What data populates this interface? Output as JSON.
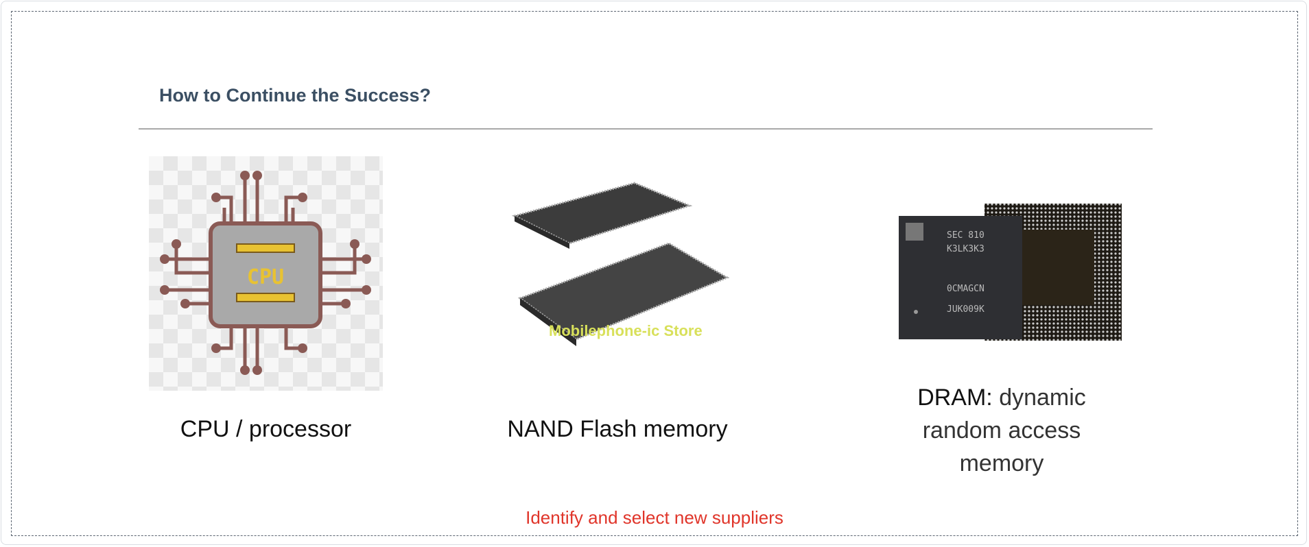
{
  "slide": {
    "title": "How to Continue the Success?",
    "items": [
      {
        "label": "CPU / processor",
        "chip_text": "CPU"
      },
      {
        "label": "NAND Flash memory",
        "overlay_text": "Mobilephone-ic Store"
      },
      {
        "label_strong": "DRAM:",
        "label_rest": " dynamic random access memory",
        "chip_lines": [
          "SEC 810",
          "K3LK3K3",
          "0CMAGCN",
          "JUK009K"
        ]
      }
    ],
    "call_to_action": "Identify and select new suppliers"
  },
  "colors": {
    "title": "#3b4f63",
    "cta": "#e0352a"
  }
}
